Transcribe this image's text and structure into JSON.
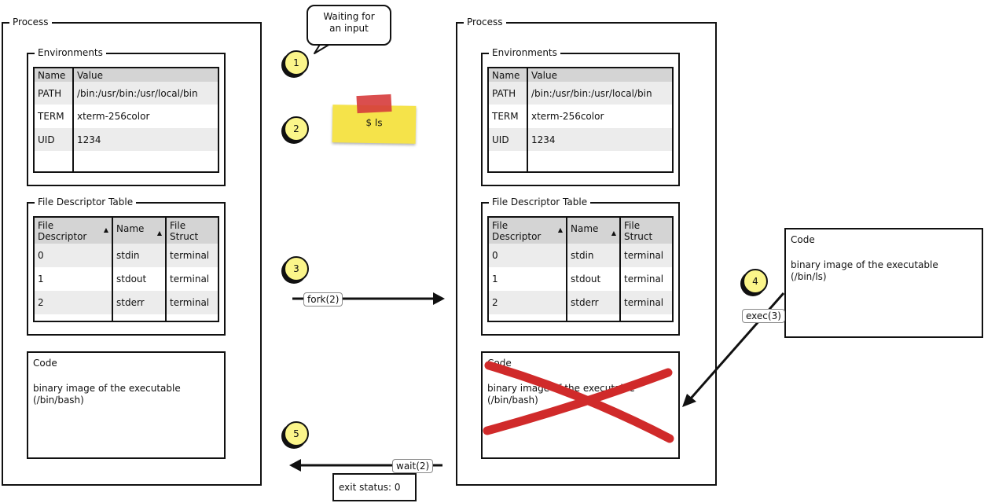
{
  "left_process": {
    "title": "Process",
    "env": {
      "title": "Environments",
      "headers": [
        "Name",
        "Value"
      ],
      "rows": [
        [
          "PATH",
          "/bin:/usr/bin:/usr/local/bin"
        ],
        [
          "TERM",
          "xterm-256color"
        ],
        [
          "UID",
          "1234"
        ]
      ]
    },
    "fdt": {
      "title": "File Descriptor Table",
      "headers": [
        [
          "File",
          "Descriptor"
        ],
        [
          "Name"
        ],
        [
          "File",
          "Struct"
        ]
      ],
      "rows": [
        [
          "0",
          "stdin",
          "terminal"
        ],
        [
          "1",
          "stdout",
          "terminal"
        ],
        [
          "2",
          "stderr",
          "terminal"
        ]
      ]
    },
    "code": {
      "title": "Code",
      "line1": "binary image of the executable",
      "line2": "(/bin/bash)"
    }
  },
  "right_process": {
    "title": "Process",
    "env": {
      "title": "Environments",
      "headers": [
        "Name",
        "Value"
      ],
      "rows": [
        [
          "PATH",
          "/bin:/usr/bin:/usr/local/bin"
        ],
        [
          "TERM",
          "xterm-256color"
        ],
        [
          "UID",
          "1234"
        ]
      ]
    },
    "fdt": {
      "title": "File Descriptor Table",
      "headers": [
        [
          "File",
          "Descriptor"
        ],
        [
          "Name"
        ],
        [
          "File",
          "Struct"
        ]
      ],
      "rows": [
        [
          "0",
          "stdin",
          "terminal"
        ],
        [
          "1",
          "stdout",
          "terminal"
        ],
        [
          "2",
          "stderr",
          "terminal"
        ]
      ]
    },
    "code": {
      "title": "Code",
      "line1": "binary image of the executable",
      "line2": "(/bin/bash)"
    }
  },
  "new_code": {
    "title": "Code",
    "line1": "binary image of the executable",
    "line2": "(/bin/ls)"
  },
  "bubble": {
    "line1": "Waiting for",
    "line2": "an input"
  },
  "sticky": {
    "text": "$ ls"
  },
  "steps": [
    "1",
    "2",
    "3",
    "4",
    "5"
  ],
  "labels": {
    "fork": "fork(2)",
    "exec": "exec(3)",
    "wait": "wait(2)",
    "exit": "exit status: 0"
  },
  "colors": {
    "step_fill": "#fbf58a",
    "sticky": "#f5e34a",
    "tape": "#d63b3b",
    "cross": "#d02a2a"
  }
}
